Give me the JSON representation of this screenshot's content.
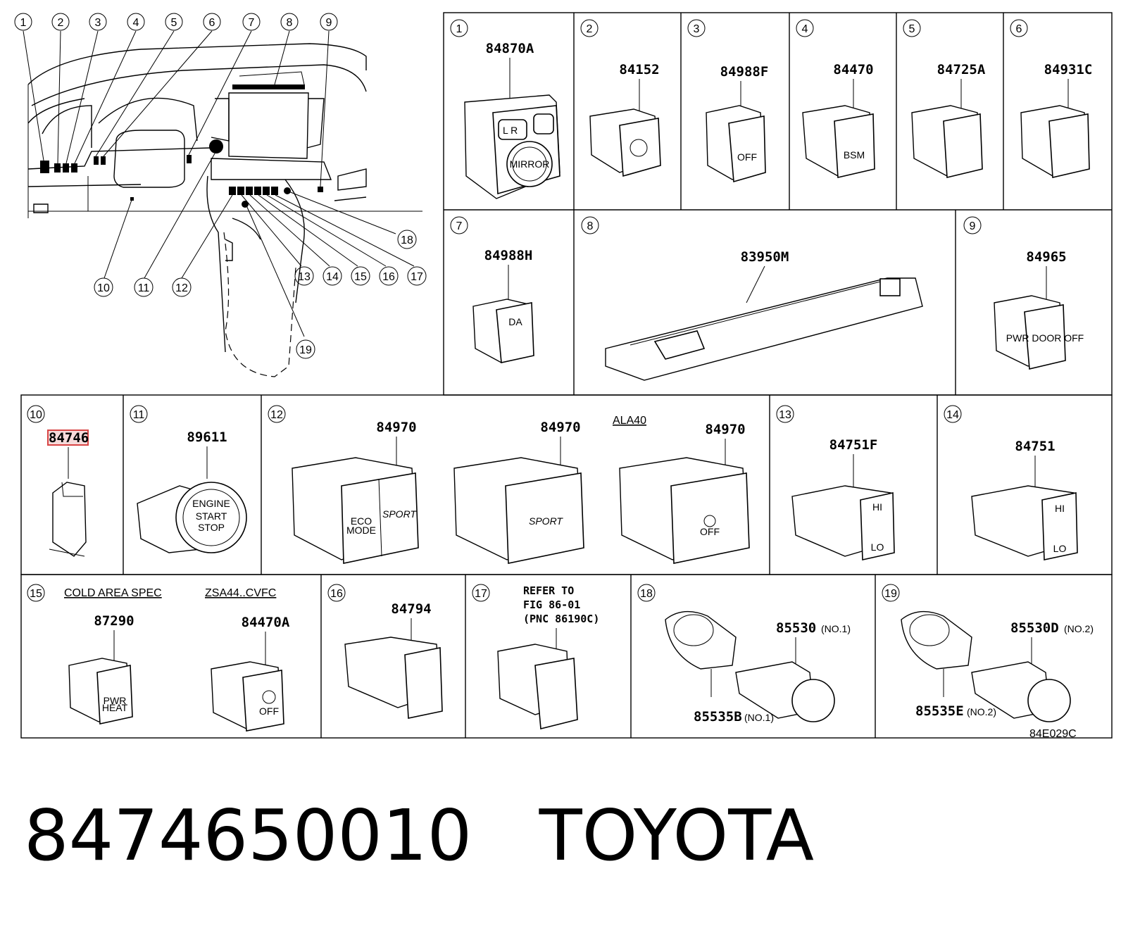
{
  "footer_code": "84E029C",
  "bottom_title": "8474650010   TOYOTA",
  "overview": {
    "callouts": [
      "1",
      "2",
      "3",
      "4",
      "5",
      "6",
      "7",
      "8",
      "9",
      "10",
      "11",
      "12",
      "13",
      "14",
      "15",
      "16",
      "17",
      "18",
      "19"
    ]
  },
  "cells": {
    "c1": {
      "num": "1",
      "part": "84870A",
      "label": "MIRROR",
      "lr": "L  R"
    },
    "c2": {
      "num": "2",
      "part": "84152"
    },
    "c3": {
      "num": "3",
      "part": "84988F",
      "label": "OFF"
    },
    "c4": {
      "num": "4",
      "part": "84470",
      "label": "BSM"
    },
    "c5": {
      "num": "5",
      "part": "84725A"
    },
    "c6": {
      "num": "6",
      "part": "84931C"
    },
    "c7": {
      "num": "7",
      "part": "84988H",
      "label": "DA"
    },
    "c8": {
      "num": "8",
      "part": "83950M"
    },
    "c9": {
      "num": "9",
      "part": "84965",
      "label": "PWR DOOR OFF"
    },
    "c10": {
      "num": "10",
      "part": "84746"
    },
    "c11": {
      "num": "11",
      "part": "89611",
      "label1": "ENGINE",
      "label2": "START",
      "label3": "STOP"
    },
    "c12": {
      "num": "12",
      "part_a": "84970",
      "part_b": "84970",
      "part_c": "84970",
      "note": "ALA40",
      "eco1": "ECO",
      "eco2": "MODE",
      "sport_a": "SPORT",
      "sport_b": "SPORT",
      "off": "OFF"
    },
    "c13": {
      "num": "13",
      "part": "84751F",
      "hi": "HI",
      "lo": "LO"
    },
    "c14": {
      "num": "14",
      "part": "84751",
      "hi": "HI",
      "lo": "LO"
    },
    "c15": {
      "num": "15",
      "note_a": "COLD AREA SPEC",
      "note_b": "ZSA44..CVFC",
      "part_a": "87290",
      "part_b": "84470A",
      "label_a1": "PWR",
      "label_a2": "HEAT",
      "label_b": "OFF"
    },
    "c16": {
      "num": "16",
      "part": "84794"
    },
    "c17": {
      "num": "17",
      "ref1": "REFER TO",
      "ref2": "FIG 86-01",
      "ref3": "(PNC 86190C)"
    },
    "c18": {
      "num": "18",
      "part_a": "85530",
      "sub_a": "(NO.1)",
      "part_b": "85535B",
      "sub_b": "(NO.1)"
    },
    "c19": {
      "num": "19",
      "part_a": "85530D",
      "sub_a": "(NO.2)",
      "part_b": "85535E",
      "sub_b": "(NO.2)"
    }
  }
}
